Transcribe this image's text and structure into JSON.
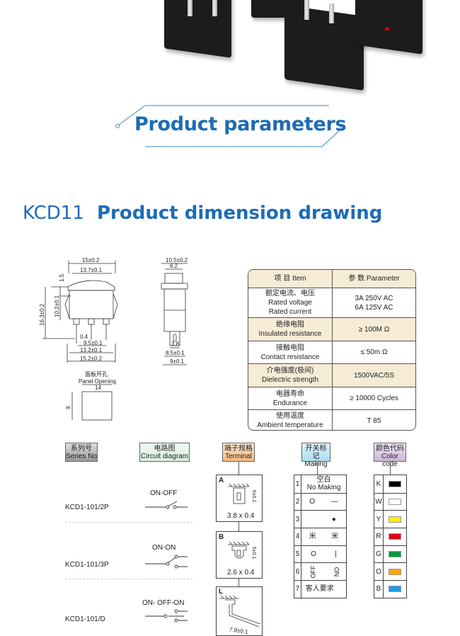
{
  "header": {
    "section_title": "Product parameters"
  },
  "dimension": {
    "model": "KCD11",
    "title": "Product dimension drawing",
    "labels": {
      "w15": "15±0.2",
      "w137": "13.7±0.1",
      "h15": "1.5",
      "h102": "10.2±0.1",
      "h163": "16.3±0.2",
      "p04": "0.4",
      "p95": "9.5±0.1",
      "p132": "13.2±0.1",
      "p152": "15.2±0.2",
      "s105": "10.5±0.2",
      "s62": "6.2",
      "s38": "3.8",
      "s85": "8.5±0.1",
      "s9": "9±0.1",
      "panel_cn": "面板开孔",
      "panel_en": "Panel Opening",
      "panel_w": "14",
      "panel_h": "9"
    }
  },
  "params": {
    "header": {
      "item": "项 目  Item",
      "param": "参 数  Parameter"
    },
    "rows": [
      {
        "cn": "额定电流、电压",
        "en": "Rated voltage",
        "en2": "Rated current",
        "value": "3A 250V AC",
        "value2": "6A 125V AC"
      },
      {
        "cn": "绝缘电阻",
        "en": "Insulated resistance",
        "value": "≥ 100M Ω"
      },
      {
        "cn": "接触电阻",
        "en": "Contact resistance",
        "value": "≤ 50m Ω"
      },
      {
        "cn": "介电强度(极间)",
        "en": "Dielectric strength",
        "value": "1500VAC/5S"
      },
      {
        "cn": "电器寿命",
        "en": "Endurance",
        "value": "≥ 10000 Cycles"
      },
      {
        "cn": "使用温度",
        "en": "Ambient temperature",
        "value": "T 85"
      }
    ]
  },
  "ordering": {
    "headers": {
      "series": {
        "cn": "系列号",
        "en": "Series No",
        "color": "#9a9a9a"
      },
      "circuit": {
        "cn": "电路图",
        "en": "Circuit diagram",
        "color": "#d6efe0"
      },
      "terminal": {
        "cn": "端子规格",
        "en": "Terminal",
        "color": "#f5b97a"
      },
      "making": {
        "cn": "开关标记",
        "en": "Making",
        "color": "#a9dcf0"
      },
      "color": {
        "cn": "颜色代码",
        "en": "Color code",
        "color": "#c9b6d9"
      }
    },
    "series": [
      {
        "name": "KCD1-101/2P",
        "circuit": "ON-OFF"
      },
      {
        "name": "KCD1-101/3P",
        "circuit": "ON-ON"
      },
      {
        "name": "KCD1-101/D",
        "circuit": "ON- OFF-ON"
      }
    ],
    "terminals": [
      {
        "code": "A",
        "size": "3.8 x 0.4",
        "dim": "6±0.1"
      },
      {
        "code": "B",
        "size": "2.6 x 0.4",
        "dim": "5±0.1"
      },
      {
        "code": "L",
        "size": "7.9±0.1"
      }
    ],
    "making": [
      {
        "n": "1",
        "a": "空白",
        "b": "No Making"
      },
      {
        "n": "2",
        "a": "O",
        "b": "—"
      },
      {
        "n": "3",
        "a": "",
        "b": "●"
      },
      {
        "n": "4",
        "a": "米",
        "b": "米"
      },
      {
        "n": "5",
        "a": "O",
        "b": "|"
      },
      {
        "n": "6",
        "a": "OFF",
        "b": "ON"
      },
      {
        "n": "7",
        "a": "客人要求",
        "b": ""
      }
    ],
    "colors": [
      {
        "code": "K",
        "hex": "#000000"
      },
      {
        "code": "W",
        "hex": "#ffffff"
      },
      {
        "code": "Y",
        "hex": "#ffee00"
      },
      {
        "code": "R",
        "hex": "#e60012"
      },
      {
        "code": "G",
        "hex": "#009a3e"
      },
      {
        "code": "O",
        "hex": "#ffa800"
      },
      {
        "code": "B",
        "hex": "#1e9be8"
      }
    ]
  }
}
